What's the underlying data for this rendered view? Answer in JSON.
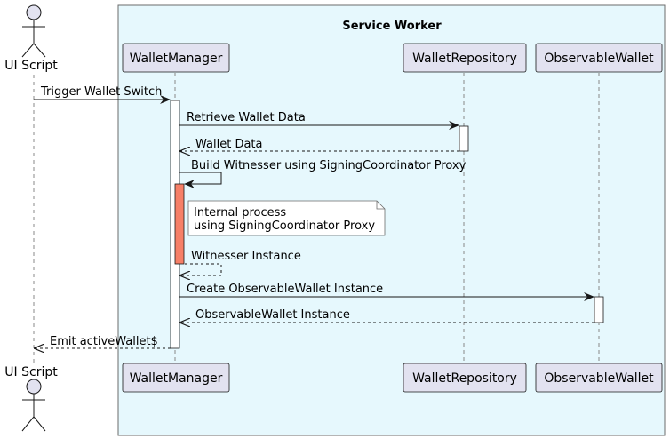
{
  "diagram": {
    "type": "sequence",
    "boundary": {
      "title": "Service Worker"
    },
    "actor": {
      "label": "UI Script"
    },
    "participants": [
      {
        "id": "wm",
        "label": "WalletManager"
      },
      {
        "id": "wr",
        "label": "WalletRepository"
      },
      {
        "id": "ow",
        "label": "ObservableWallet"
      }
    ],
    "messages": [
      {
        "label": "Trigger Wallet Switch",
        "style": "solid"
      },
      {
        "label": "Retrieve Wallet Data",
        "style": "solid"
      },
      {
        "label": "Wallet Data",
        "style": "dashed"
      },
      {
        "label": "Build Witnesser using SigningCoordinator Proxy",
        "style": "solid"
      },
      {
        "label": "Witnesser Instance",
        "style": "dashed"
      },
      {
        "label": "Create ObservableWallet Instance",
        "style": "solid"
      },
      {
        "label": "ObservableWallet Instance",
        "style": "dashed"
      },
      {
        "label": "Emit activeWallet$",
        "style": "dashed"
      }
    ],
    "note": {
      "lines": [
        "Internal process",
        "using SigningCoordinator Proxy"
      ]
    },
    "colors": {
      "boundary_fill": "#e6f8fd",
      "participant_fill": "#e2e2f0",
      "activation_highlight": "#f67f67",
      "note_fill": "#ffffff"
    }
  }
}
